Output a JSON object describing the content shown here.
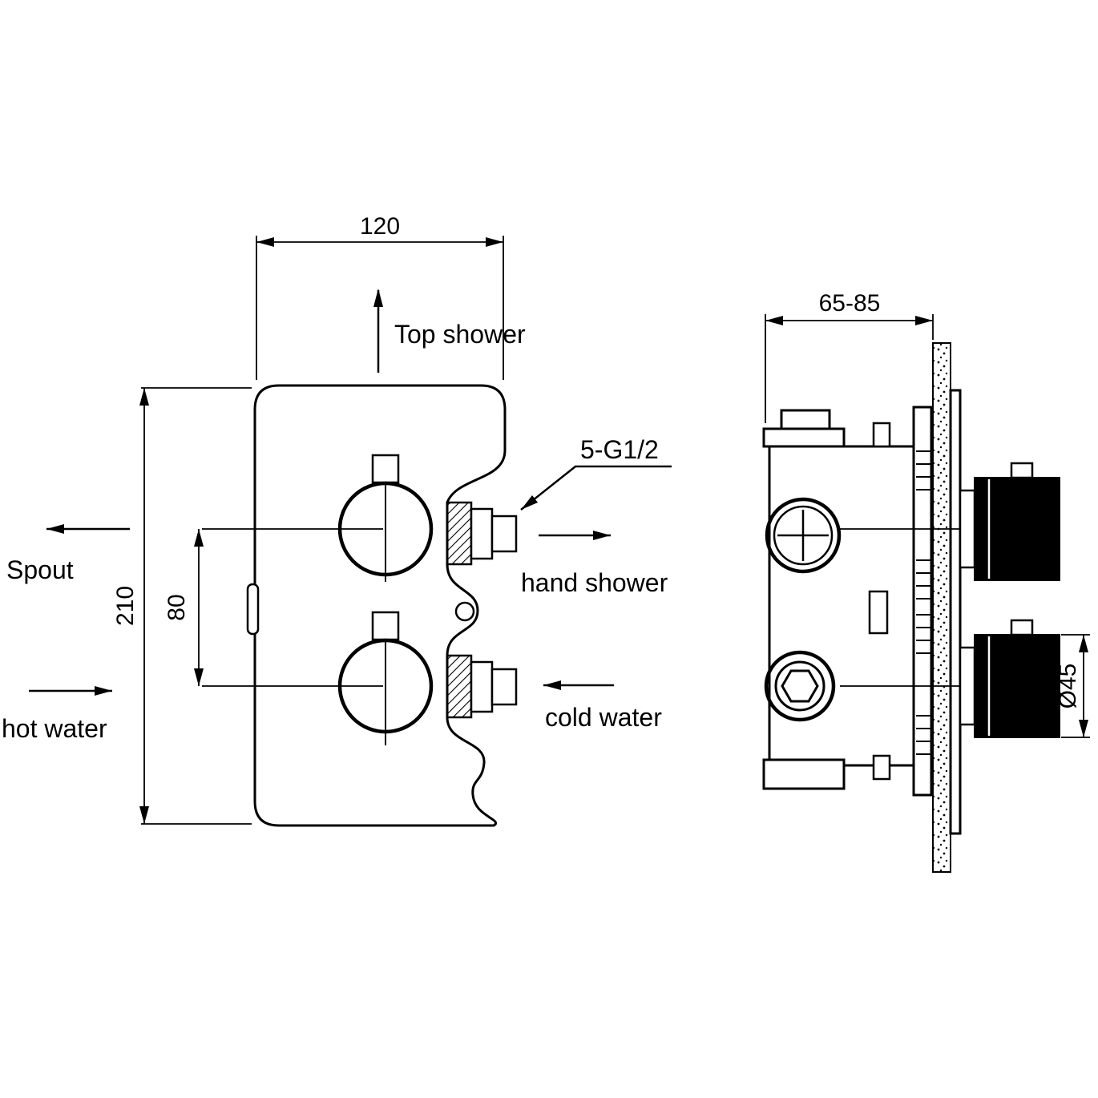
{
  "front_view": {
    "dim_width": "120",
    "dim_height": "210",
    "dim_handle_spacing": "80",
    "label_top_shower": "Top shower",
    "label_spout": "Spout",
    "label_hot_water": "hot water",
    "label_hand_shower": "hand shower",
    "label_cold_water": "cold water",
    "label_connections": "5-G1/2"
  },
  "side_view": {
    "dim_mounting_depth": "65-85",
    "dim_handle_diameter": "Ø45"
  },
  "colors": {
    "line": "#000000",
    "background": "#ffffff"
  }
}
